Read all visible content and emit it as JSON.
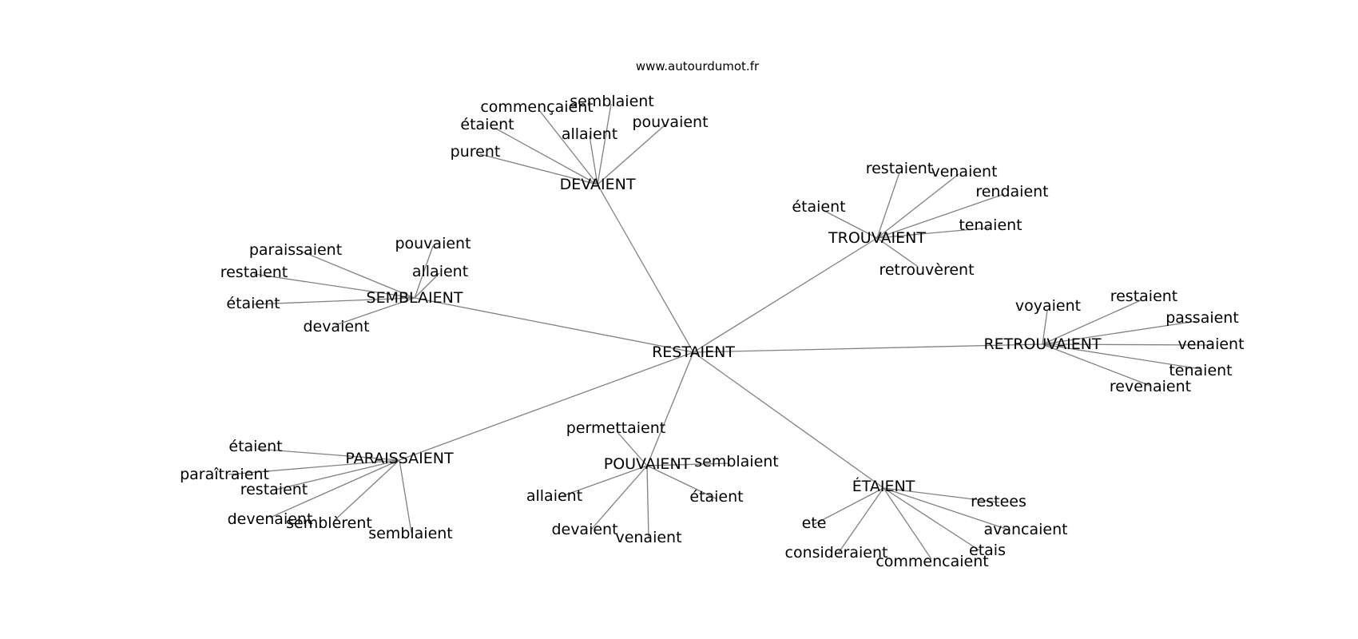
{
  "source_text": "www.autourdumot.fr",
  "root": "RESTAIENT",
  "clusters": [
    {
      "label": "DEVAIENT",
      "leaves": [
        "commençaient",
        "semblaient",
        "étaient",
        "allaient",
        "pouvaient",
        "purent"
      ]
    },
    {
      "label": "TROUVAIENT",
      "leaves": [
        "restaient",
        "venaient",
        "rendaient",
        "étaient",
        "tenaient",
        "retrouvèrent"
      ]
    },
    {
      "label": "SEMBLAIENT",
      "leaves": [
        "paraissaient",
        "pouvaient",
        "restaient",
        "allaient",
        "étaient",
        "devaient"
      ]
    },
    {
      "label": "RETROUVAIENT",
      "leaves": [
        "voyaient",
        "restaient",
        "passaient",
        "venaient",
        "tenaient",
        "revenaient"
      ]
    },
    {
      "label": "PARAISSAIENT",
      "leaves": [
        "étaient",
        "paraîtraient",
        "restaient",
        "devenaient",
        "semblèrent",
        "semblaient"
      ]
    },
    {
      "label": "POUVAIENT",
      "leaves": [
        "permettaient",
        "semblaient",
        "allaient",
        "étaient",
        "devaient",
        "venaient"
      ]
    },
    {
      "label": "ÉTAIENT",
      "leaves": [
        "restees",
        "ete",
        "consideraient",
        "avancaient",
        "etais",
        "commencaient"
      ]
    }
  ]
}
